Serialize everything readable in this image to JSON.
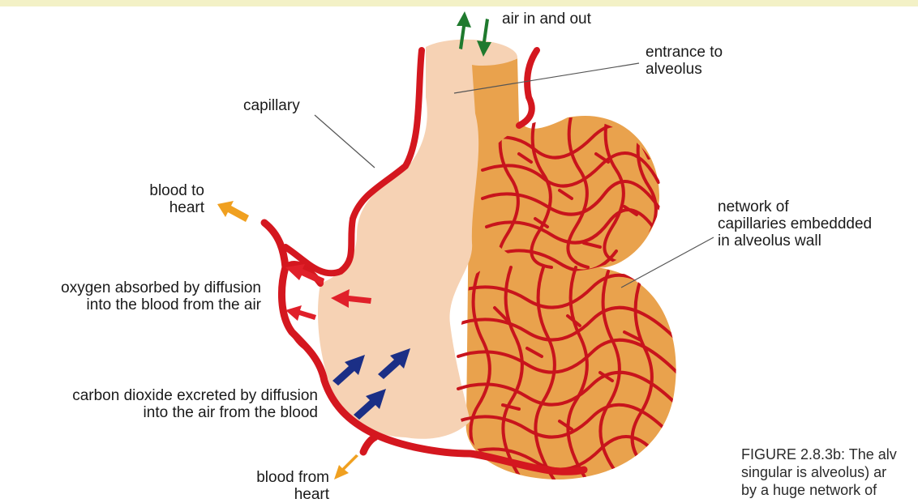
{
  "labels": {
    "air": "air in and out",
    "entrance_line1": "entrance to",
    "entrance_line2": "alveolus",
    "capillary": "capillary",
    "blood_to_line1": "blood to",
    "blood_to_line2": "heart",
    "network_line1": "network of",
    "network_line2": "capillaries embeddded",
    "network_line3": "in alveolus wall",
    "oxygen_line1": "oxygen absorbed by diffusion",
    "oxygen_line2": "into the blood from the air",
    "co2_line1": "carbon dioxide excreted by diffusion",
    "co2_line2": "into the air from the blood",
    "blood_from_line1": "blood from",
    "blood_from_line2": "heart"
  },
  "caption": {
    "line1": "FIGURE 2.8.3b: The alv",
    "line2": "singular is alveolus) ar",
    "line3": "by a huge network of"
  },
  "colors": {
    "vessel_red": "#d4171f",
    "alveolus_wall_orange": "#e9a24d",
    "alveolus_air_peach": "#f6d2b4",
    "oxygen_arrow": "#e0202a",
    "co2_arrow": "#1b2f86",
    "air_arrow_green": "#1f7a2e",
    "blood_flow_arrow": "#f0a020"
  }
}
